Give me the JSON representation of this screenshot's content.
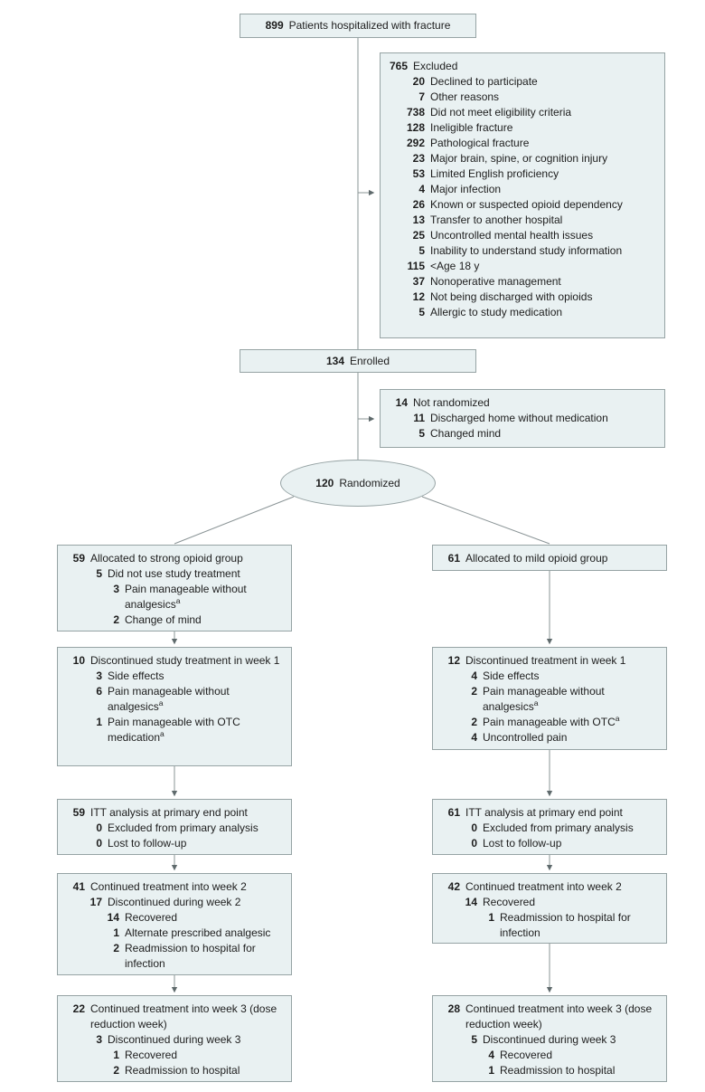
{
  "colors": {
    "box_fill": "#e9f1f2",
    "box_border": "#96a3a4",
    "line": "#8a9496",
    "arrowhead": "#5f6a6c",
    "text": "#1d1d1d"
  },
  "nodes": {
    "top": {
      "items": [
        {
          "n": "899",
          "t": "Patients hospitalized with fracture",
          "lvl": 0
        }
      ]
    },
    "excluded": {
      "items": [
        {
          "n": "765",
          "t": "Excluded",
          "lvl": 0
        },
        {
          "n": "20",
          "t": "Declined to participate",
          "lvl": 1
        },
        {
          "n": "7",
          "t": "Other reasons",
          "lvl": 1
        },
        {
          "n": "738",
          "t": "Did not meet eligibility criteria",
          "lvl": 1
        },
        {
          "n": "128",
          "t": "Ineligible fracture",
          "lvl": 1
        },
        {
          "n": "292",
          "t": "Pathological fracture",
          "lvl": 1
        },
        {
          "n": "23",
          "t": "Major brain, spine, or cognition injury",
          "lvl": 1
        },
        {
          "n": "53",
          "t": "Limited English proficiency",
          "lvl": 1
        },
        {
          "n": "4",
          "t": "Major infection",
          "lvl": 1
        },
        {
          "n": "26",
          "t": "Known or suspected opioid dependency",
          "lvl": 1
        },
        {
          "n": "13",
          "t": "Transfer to another hospital",
          "lvl": 1
        },
        {
          "n": "25",
          "t": "Uncontrolled mental health issues",
          "lvl": 1
        },
        {
          "n": "5",
          "t": "Inability to understand study information",
          "lvl": 1
        },
        {
          "n": "115",
          "t": "<Age 18 y",
          "lvl": 1
        },
        {
          "n": "37",
          "t": "Nonoperative management",
          "lvl": 1
        },
        {
          "n": "12",
          "t": "Not being discharged with opioids",
          "lvl": 1
        },
        {
          "n": "5",
          "t": "Allergic to study medication",
          "lvl": 1
        }
      ]
    },
    "enrolled": {
      "items": [
        {
          "n": "134",
          "t": "Enrolled",
          "lvl": 0
        }
      ]
    },
    "not_randomized": {
      "items": [
        {
          "n": "14",
          "t": "Not randomized",
          "lvl": 0
        },
        {
          "n": "11",
          "t": "Discharged home without medication",
          "lvl": 1
        },
        {
          "n": "5",
          "t": "Changed mind",
          "lvl": 1
        }
      ]
    },
    "randomized": {
      "items": [
        {
          "n": "120",
          "t": "Randomized",
          "lvl": 0
        }
      ]
    },
    "left1": {
      "items": [
        {
          "n": "59",
          "t": "Allocated to strong opioid group",
          "lvl": 0
        },
        {
          "n": "5",
          "t": "Did not use study treatment",
          "lvl": 1
        },
        {
          "n": "3",
          "t": "Pain manageable without analgesics",
          "sup": "a",
          "lvl": 2
        },
        {
          "n": "2",
          "t": "Change of mind",
          "lvl": 2
        }
      ]
    },
    "left2": {
      "items": [
        {
          "n": "10",
          "t": "Discontinued study treatment in week 1",
          "lvl": 0
        },
        {
          "n": "3",
          "t": "Side effects",
          "lvl": 1
        },
        {
          "n": "6",
          "t": "Pain manageable without analgesics",
          "sup": "a",
          "lvl": 1
        },
        {
          "n": "1",
          "t": "Pain manageable with OTC medication",
          "sup": "a",
          "lvl": 1
        }
      ]
    },
    "left3": {
      "items": [
        {
          "n": "59",
          "t": "ITT analysis at primary end point",
          "lvl": 0
        },
        {
          "n": "0",
          "t": "Excluded from primary analysis",
          "lvl": 1
        },
        {
          "n": "0",
          "t": "Lost to follow-up",
          "lvl": 1
        }
      ]
    },
    "left4": {
      "items": [
        {
          "n": "41",
          "t": "Continued treatment into week 2",
          "lvl": 0
        },
        {
          "n": "17",
          "t": "Discontinued during week 2",
          "lvl": 1
        },
        {
          "n": "14",
          "t": "Recovered",
          "lvl": 2
        },
        {
          "n": "1",
          "t": "Alternate prescribed analgesic",
          "lvl": 2
        },
        {
          "n": "2",
          "t": "Readmission to hospital for infection",
          "lvl": 2
        }
      ]
    },
    "left5": {
      "items": [
        {
          "n": "22",
          "t": "Continued treatment into week 3 (dose reduction week)",
          "lvl": 0
        },
        {
          "n": "3",
          "t": "Discontinued during week 3",
          "lvl": 1
        },
        {
          "n": "1",
          "t": "Recovered",
          "lvl": 2
        },
        {
          "n": "2",
          "t": "Readmission to hospital",
          "lvl": 2
        }
      ]
    },
    "right1": {
      "items": [
        {
          "n": "61",
          "t": "Allocated to mild opioid group",
          "lvl": 0
        }
      ]
    },
    "right2": {
      "items": [
        {
          "n": "12",
          "t": "Discontinued treatment in week 1",
          "lvl": 0
        },
        {
          "n": "4",
          "t": "Side effects",
          "lvl": 1
        },
        {
          "n": "2",
          "t": "Pain manageable without analgesics",
          "sup": "a",
          "lvl": 1
        },
        {
          "n": "2",
          "t": "Pain manageable with OTC",
          "sup": "a",
          "lvl": 1
        },
        {
          "n": "4",
          "t": "Uncontrolled pain",
          "lvl": 1
        }
      ]
    },
    "right3": {
      "items": [
        {
          "n": "61",
          "t": "ITT analysis at primary end point",
          "lvl": 0
        },
        {
          "n": "0",
          "t": "Excluded from primary analysis",
          "lvl": 1
        },
        {
          "n": "0",
          "t": "Lost to follow-up",
          "lvl": 1
        }
      ]
    },
    "right4": {
      "items": [
        {
          "n": "42",
          "t": "Continued treatment into week 2",
          "lvl": 0
        },
        {
          "n": "14",
          "t": "Recovered",
          "lvl": 1
        },
        {
          "n": "1",
          "t": "Readmission to hospital for infection",
          "lvl": 2
        }
      ]
    },
    "right5": {
      "items": [
        {
          "n": "28",
          "t": "Continued treatment into week 3 (dose reduction week)",
          "lvl": 0
        },
        {
          "n": "5",
          "t": "Discontinued during week 3",
          "lvl": 1
        },
        {
          "n": "4",
          "t": "Recovered",
          "lvl": 2
        },
        {
          "n": "1",
          "t": "Readmission to hospital",
          "lvl": 2
        }
      ]
    }
  }
}
